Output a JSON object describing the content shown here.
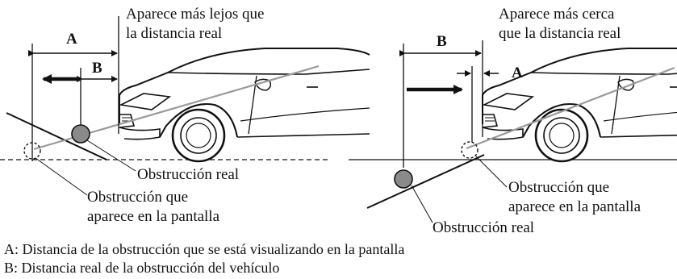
{
  "left_panel": {
    "caption_line1": "Aparece más lejos que",
    "caption_line2": "la distancia real",
    "label_a": "A",
    "label_b": "B",
    "real_obstruction": "Obstrucción real",
    "screen_obstruction_line1": "Obstrucción que",
    "screen_obstruction_line2": "aparece en la pantalla"
  },
  "right_panel": {
    "caption_line1": "Aparece más cerca",
    "caption_line2": "que la distancia real",
    "label_a": "A",
    "label_b": "B",
    "screen_obstruction_line1": "Obstrucción que",
    "screen_obstruction_line2": "aparece en la pantalla",
    "real_obstruction": "Obstrucción real"
  },
  "legend": {
    "a": "A: Distancia de la obstrucción que se está visualizando en la pantalla",
    "b": "B: Distancia real de la obstrucción del vehículo"
  },
  "colors": {
    "obstruction_fill": "#8a8a8a",
    "sight_line": "#9a9a9a",
    "ink": "#111111"
  }
}
